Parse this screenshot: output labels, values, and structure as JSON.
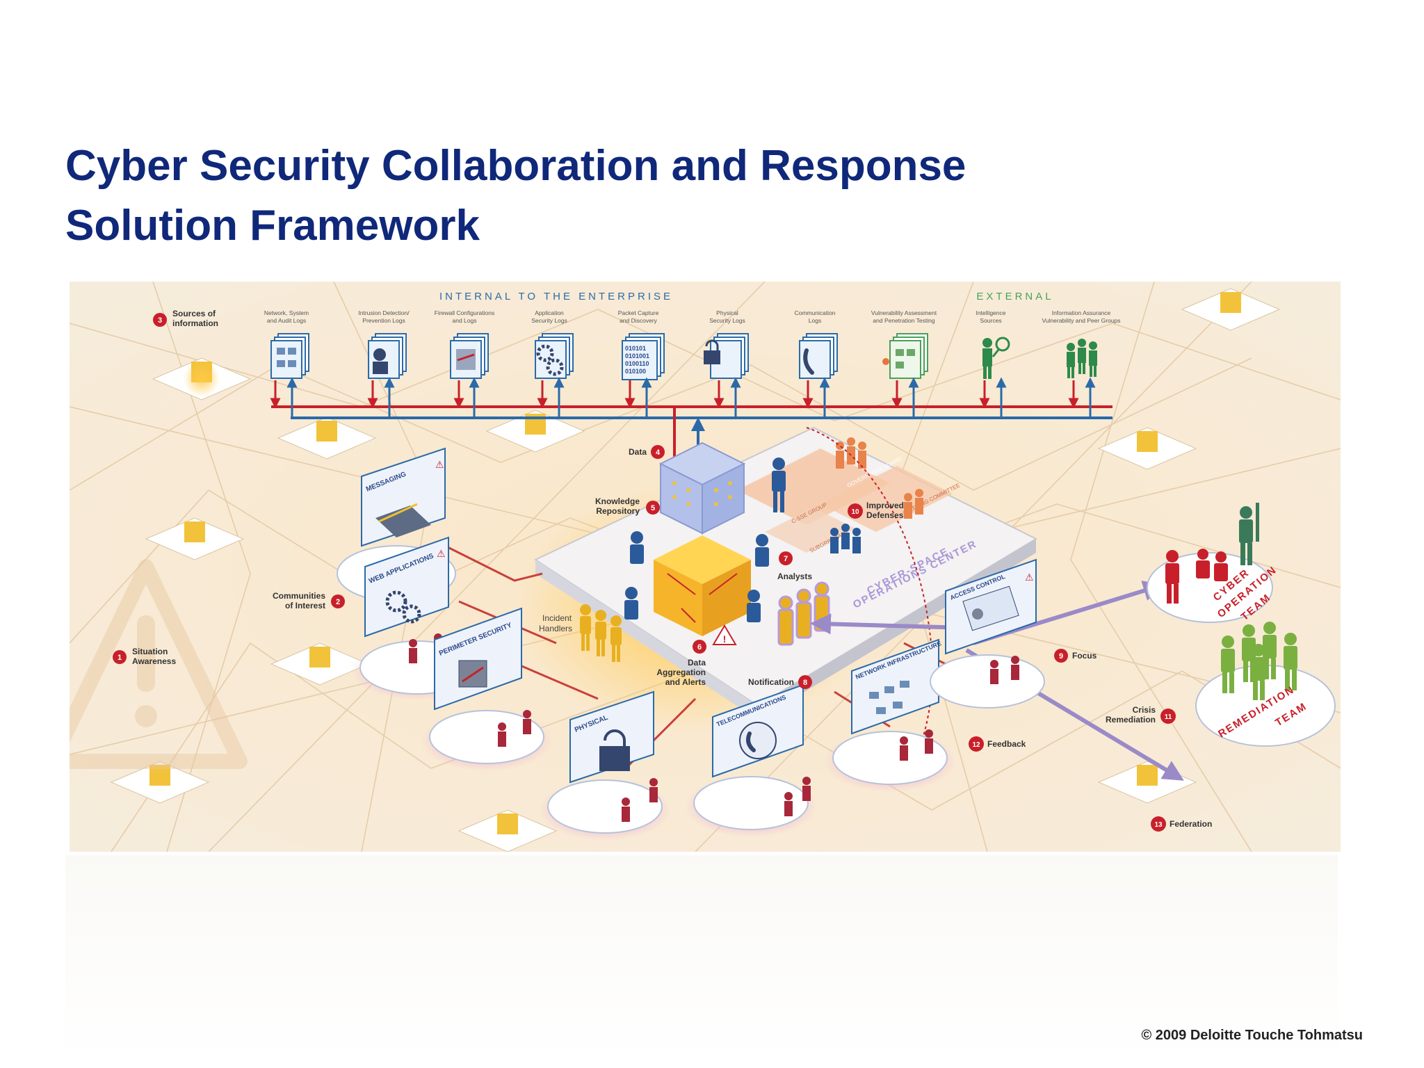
{
  "title": {
    "line1": "Cyber Security Collaboration and Response",
    "line2": "Solution Framework"
  },
  "copyright": "© 2009 Deloitte Touche Tohmatsu",
  "diagram": {
    "headers": {
      "internal": "INTERNAL TO THE ENTERPRISE",
      "external": "EXTERNAL"
    },
    "source_labels": [
      {
        "line1": "Network, System",
        "line2": "and Audit Logs"
      },
      {
        "line1": "Intrusion Detection/",
        "line2": "Prevention Logs"
      },
      {
        "line1": "Firewall Configurations",
        "line2": "and Logs"
      },
      {
        "line1": "Application",
        "line2": "Security Logs"
      },
      {
        "line1": "Packet Capture",
        "line2": "and Discovery"
      },
      {
        "line1": "Physical",
        "line2": "Security Logs"
      },
      {
        "line1": "Communication",
        "line2": "Logs"
      },
      {
        "line1": "Vulnerability Assessment",
        "line2": "and Penetration Testing"
      },
      {
        "line1": "Intelligence",
        "line2": "Sources"
      },
      {
        "line1": "Information Assurance",
        "line2": "Vulnerability and Peer Groups"
      }
    ],
    "binary_text": [
      "010101",
      "0101001",
      "0100110",
      "010100"
    ],
    "callouts": [
      {
        "num": "1",
        "line1": "Situation",
        "line2": "Awareness"
      },
      {
        "num": "2",
        "line1": "Communities",
        "line2": "of Interest"
      },
      {
        "num": "3",
        "line1": "Sources of",
        "line2": "information"
      },
      {
        "num": "4",
        "line1": "Data",
        "line2": ""
      },
      {
        "num": "5",
        "line1": "Knowledge",
        "line2": "Repository"
      },
      {
        "num": "6",
        "line1": "Data",
        "line2": "Aggregation",
        "line3": "and Alerts"
      },
      {
        "num": "7",
        "line1": "Analysts",
        "line2": ""
      },
      {
        "num": "8",
        "line1": "Notification",
        "line2": ""
      },
      {
        "num": "9",
        "line1": "Focus",
        "line2": ""
      },
      {
        "num": "10",
        "line1": "Improved",
        "line2": "Defenses"
      },
      {
        "num": "11",
        "line1": "Crisis",
        "line2": "Remediation"
      },
      {
        "num": "12",
        "line1": "Feedback",
        "line2": ""
      },
      {
        "num": "13",
        "line1": "Federation",
        "line2": ""
      }
    ],
    "incident_handlers": {
      "line1": "Incident",
      "line2": "Handlers"
    },
    "center_label": {
      "line1": "CYBER-SPACE",
      "line2": "OPERATIONS CENTER"
    },
    "room_labels": {
      "governance": "GOVERNANCE BOARD",
      "cseg": "C-SSE GROUP",
      "steering": "STEERING COMMITTEE",
      "subgroup": "SUBGRP STAFF"
    },
    "communities": [
      "MESSAGING",
      "WEB APPLICATIONS",
      "PERIMETER SECURITY",
      "PHYSICAL",
      "TELECOMMUNICATIONS",
      "NETWORK INFRASTRUCTURE",
      "ACCESS CONTROL"
    ],
    "cyber_team": {
      "line1": "CYBER",
      "line2": "OPERATION",
      "line3": "TEAM"
    },
    "remediation_team": {
      "line1": "REMEDIATION",
      "line2": "TEAM"
    },
    "colors": {
      "title": "#10287a",
      "accent_red": "#c8202a",
      "flow_blue": "#2a6aa8",
      "background": "#f8ecd8",
      "people_red": "#a8273a",
      "people_green": "#7ab040"
    }
  }
}
